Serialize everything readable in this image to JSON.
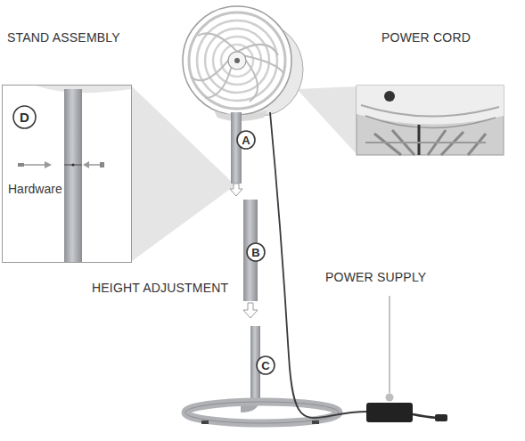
{
  "diagram": {
    "nodes": [
      {
        "text": [
          "Hardware"
        ]
      },
      {
        "text": [
          "D"
        ],
        "in": 0
      },
      {
        "text": [
          "A"
        ]
      },
      {
        "text": [
          "B"
        ]
      },
      {
        "text": [
          "C"
        ]
      }
    ],
    "labels": [
      "STAND ASSEMBLY",
      "POWER CORD",
      "HEIGHT ADJUSTMENT",
      "POWER SUPPLY"
    ]
  }
}
